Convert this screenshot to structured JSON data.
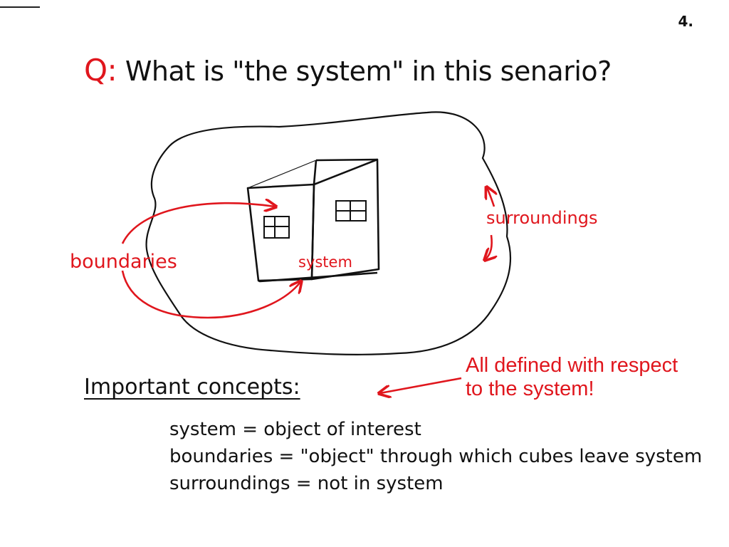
{
  "page_number": "4.",
  "question": {
    "prefix": "Q:",
    "text": "What is \"the system\" in this senario?"
  },
  "diagram": {
    "labels": {
      "boundaries": "boundaries",
      "system": "system",
      "surroundings": "surroundings"
    },
    "colors": {
      "ink": "#111111",
      "accent": "#e0161d"
    }
  },
  "concepts": {
    "heading": "Important concepts:",
    "items": [
      "system = object of interest",
      "boundaries = \"object\" through which cubes leave system",
      "surroundings = not in system"
    ]
  },
  "note": {
    "lines": [
      "All defined with respect",
      "to the system!"
    ]
  }
}
